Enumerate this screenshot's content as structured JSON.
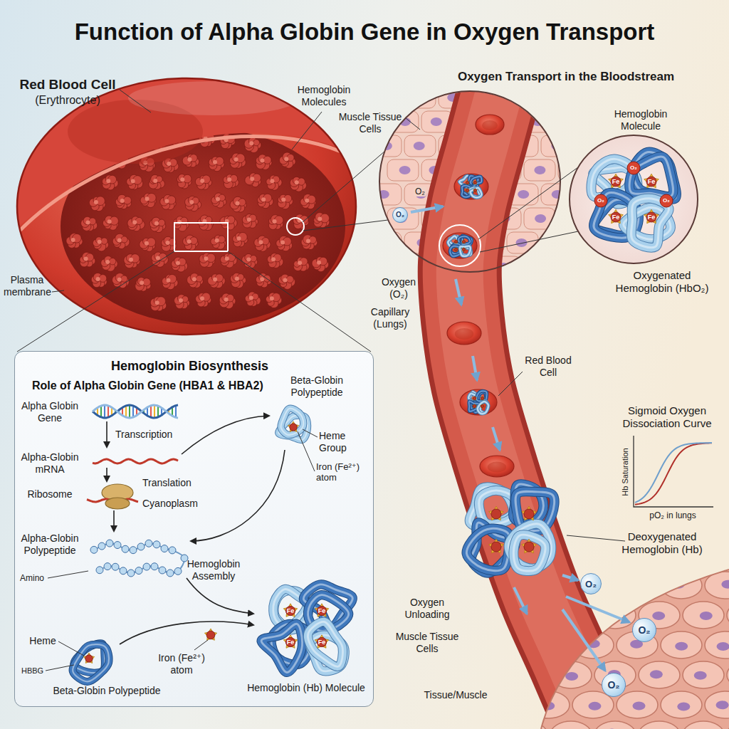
{
  "diagram": {
    "title": "Function of Alpha Globin Gene in Oxygen Transport",
    "nodes": [
      {
        "text": [
          "Hemoglobin Biosynthesis",
          "Role of Alpha Globin Gene (HBA1 & HBA2)"
        ]
      },
      {
        "text": [
          "O₂"
        ]
      },
      {
        "text": [
          "O₂"
        ]
      },
      {
        "text": [
          "O₂"
        ]
      },
      {
        "text": [
          "O₂"
        ]
      }
    ],
    "labels": [
      "Red Blood Cell",
      "(Erythrocyte)",
      "Hemoglobin Molecules",
      "Plasma membrane",
      "Oxygen Transport in the Bloodstream",
      "Muscle Tissue Cells",
      "Hemoglobin Molecule",
      "O₂",
      "Oxygen (O₂)",
      "Oxygenated Hemoglobin (HbO₂)",
      "Capillary (Lungs)",
      "Red Blood Cell",
      "Sigmoid Oxygen Dissociation Curve",
      "Hb Saturation",
      "pO₂ in lungs",
      "Deoxygenated Hemoglobin (Hb)",
      "Oxygen Unloading",
      "Muscle Tissue Cells",
      "Tissue/Muscle",
      "Alpha Globin Gene",
      "Transcription",
      "Alpha-Globin mRNA",
      "Ribosome",
      "Translation",
      "Cyanoplasm",
      "Alpha-Globin Polypeptide",
      "Amino",
      "Beta-Globin Polypeptide",
      "Heme Group",
      "Iron (Fe²⁺) atom",
      "Hemoglobin Assembly",
      "Heme",
      "HBBG",
      "Iron (Fe²⁺) atom",
      "Beta-Globin Polypeptide",
      "Hemoglobin (Hb) Molecule",
      "Fe",
      "Fe",
      "Fe",
      "Fe",
      "O₂",
      "O₂",
      "O₂",
      "Fe",
      "Fe",
      "Fe",
      "Fe"
    ]
  }
}
